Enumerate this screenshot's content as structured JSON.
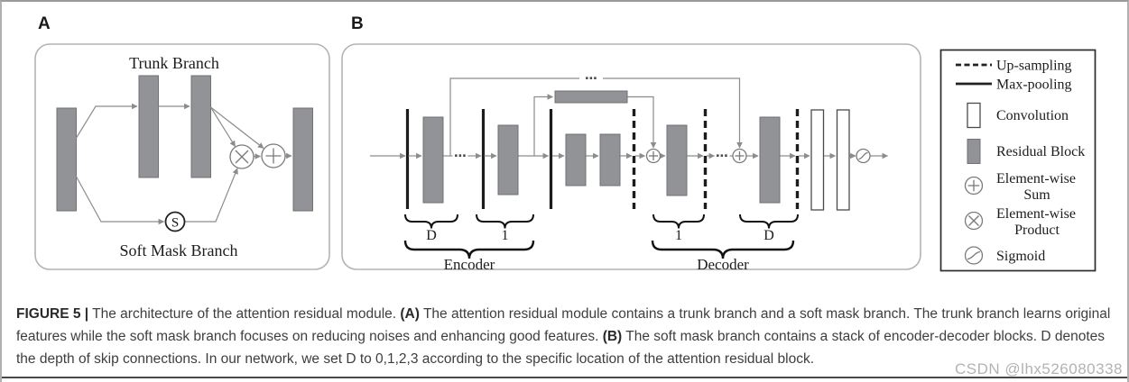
{
  "figure": {
    "panel_a": {
      "label": "A",
      "trunk_branch_label": "Trunk Branch",
      "soft_mask_branch_label": "Soft Mask Branch",
      "sigmoid_symbol": "S"
    },
    "panel_b": {
      "label": "B",
      "encoder_label": "Encoder",
      "decoder_label": "Decoder",
      "depth_label_d": "D",
      "depth_label_1": "1",
      "ellipsis": "⋯"
    },
    "legend": {
      "up_sampling": "Up-sampling",
      "max_pooling": "Max-pooling",
      "convolution": "Convolution",
      "residual_block": "Residual Block",
      "elementwise_sum": [
        "Element-wise",
        "Sum"
      ],
      "elementwise_product": [
        "Element-wise",
        "Product"
      ],
      "sigmoid": "Sigmoid"
    },
    "colors": {
      "residual_block_fill": "#919396",
      "flow_line": "#8c8c8c",
      "ink": "#1c1c1c",
      "panel_frame": "#b3b3b3"
    }
  },
  "caption": {
    "figure_label": "FIGURE 5",
    "separator": "|",
    "intro": "The architecture of the attention residual module.",
    "a_marker": "(A)",
    "a_text": "The attention residual module contains a trunk branch and a soft mask branch. The trunk branch learns original features while the soft mask branch focuses on reducing noises and enhancing good features.",
    "b_marker": "(B)",
    "b_text": "The soft mask branch contains a stack of encoder-decoder blocks. D denotes the depth of skip connections. In our network, we set D to 0,1,2,3 according to the specific location of the attention residual block."
  },
  "watermark": "CSDN @lhx526080338"
}
